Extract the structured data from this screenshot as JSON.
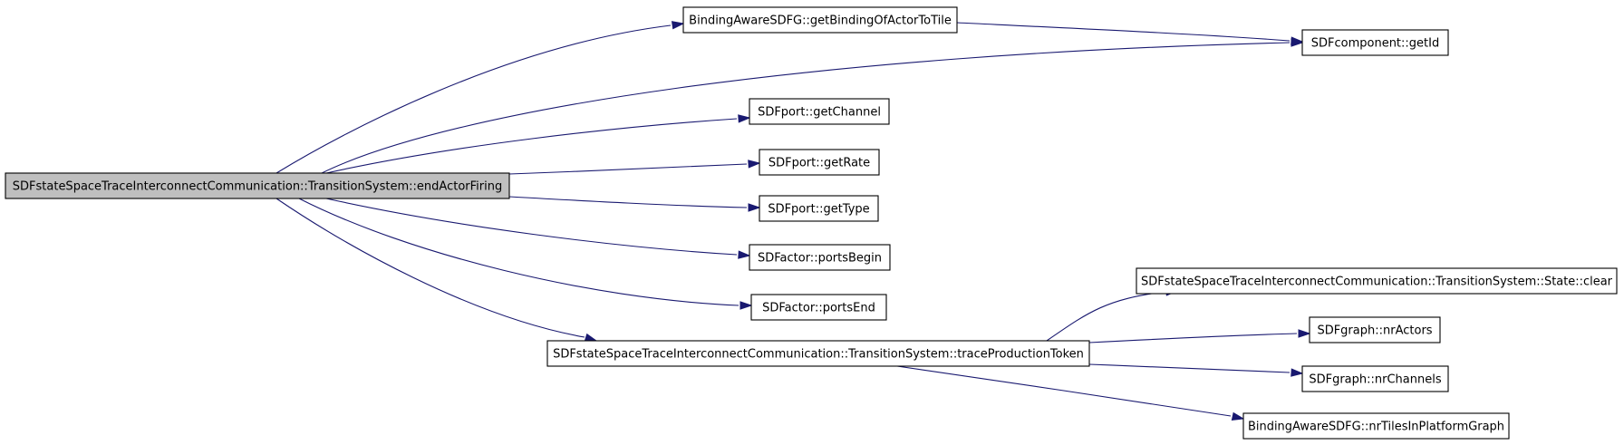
{
  "graph": {
    "nodes": [
      {
        "id": "root",
        "label": "SDFstateSpaceTraceInterconnectCommunication::TransitionSystem::endActorFiring",
        "highlighted": true
      },
      {
        "id": "binding_tile",
        "label": "BindingAwareSDFG::getBindingOfActorToTile",
        "highlighted": false
      },
      {
        "id": "getid",
        "label": "SDFcomponent::getId",
        "highlighted": false
      },
      {
        "id": "getchannel",
        "label": "SDFport::getChannel",
        "highlighted": false
      },
      {
        "id": "getrate",
        "label": "SDFport::getRate",
        "highlighted": false
      },
      {
        "id": "gettype",
        "label": "SDFport::getType",
        "highlighted": false
      },
      {
        "id": "portsbegin",
        "label": "SDFactor::portsBegin",
        "highlighted": false
      },
      {
        "id": "portsend",
        "label": "SDFactor::portsEnd",
        "highlighted": false
      },
      {
        "id": "traceprod",
        "label": "SDFstateSpaceTraceInterconnectCommunication::TransitionSystem::traceProductionToken",
        "highlighted": false
      },
      {
        "id": "stateclear",
        "label": "SDFstateSpaceTraceInterconnectCommunication::TransitionSystem::State::clear",
        "highlighted": false
      },
      {
        "id": "nractors",
        "label": "SDFgraph::nrActors",
        "highlighted": false
      },
      {
        "id": "nrchannels",
        "label": "SDFgraph::nrChannels",
        "highlighted": false
      },
      {
        "id": "nrtiles",
        "label": "BindingAwareSDFG::nrTilesInPlatformGraph",
        "highlighted": false
      }
    ],
    "edges": [
      {
        "from": "root",
        "to": "binding_tile"
      },
      {
        "from": "root",
        "to": "getid"
      },
      {
        "from": "binding_tile",
        "to": "getid"
      },
      {
        "from": "root",
        "to": "getchannel"
      },
      {
        "from": "root",
        "to": "getrate"
      },
      {
        "from": "root",
        "to": "gettype"
      },
      {
        "from": "root",
        "to": "portsbegin"
      },
      {
        "from": "root",
        "to": "portsend"
      },
      {
        "from": "root",
        "to": "traceprod"
      },
      {
        "from": "traceprod",
        "to": "stateclear"
      },
      {
        "from": "traceprod",
        "to": "nractors"
      },
      {
        "from": "traceprod",
        "to": "nrchannels"
      },
      {
        "from": "traceprod",
        "to": "nrtiles"
      }
    ],
    "colors": {
      "edge": "#191970",
      "node_border": "#000000",
      "node_fill": "#ffffff",
      "highlight_fill": "#bfbfbf"
    }
  }
}
